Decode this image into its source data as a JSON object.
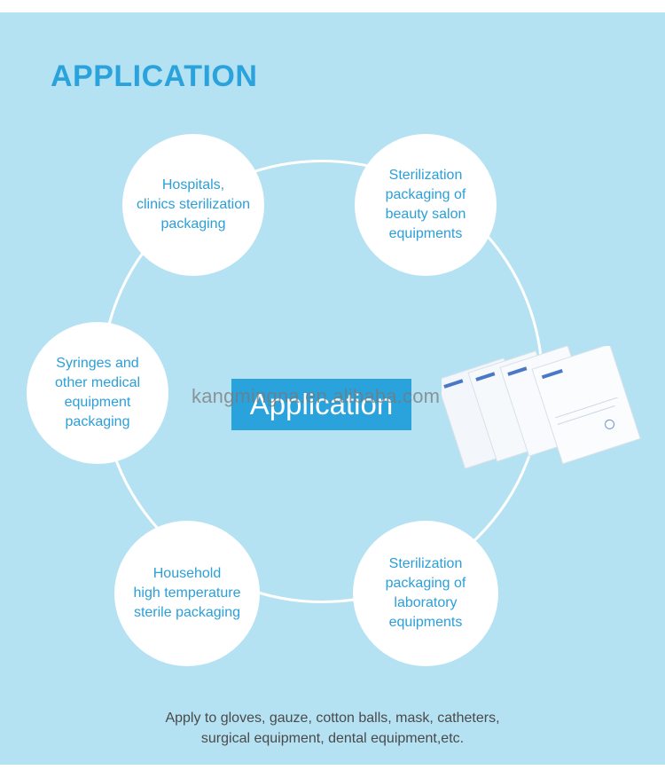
{
  "heading": "APPLICATION",
  "center_label": "Application",
  "watermark": "kangmingna.en.alibaba.com",
  "applications": [
    {
      "text": "Hospitals,\nclinics sterilization\npackaging"
    },
    {
      "text": "Sterilization\npackaging of\nbeauty salon\nequipments"
    },
    {
      "text": "Syringes and\nother medical\nequipment\npackaging"
    },
    {
      "text": "Household\nhigh temperature\nsterile packaging"
    },
    {
      "text": "Sterilization\npackaging of\nlaboratory\nequipments"
    }
  ],
  "footer": {
    "line1": "Apply to gloves, gauze, cotton balls, mask, catheters,",
    "line2": "surgical equipment, dental equipment,etc."
  },
  "colors": {
    "background": "#b5e2f2",
    "accent": "#2aa3dd",
    "text_dark": "#4a4a4a"
  }
}
